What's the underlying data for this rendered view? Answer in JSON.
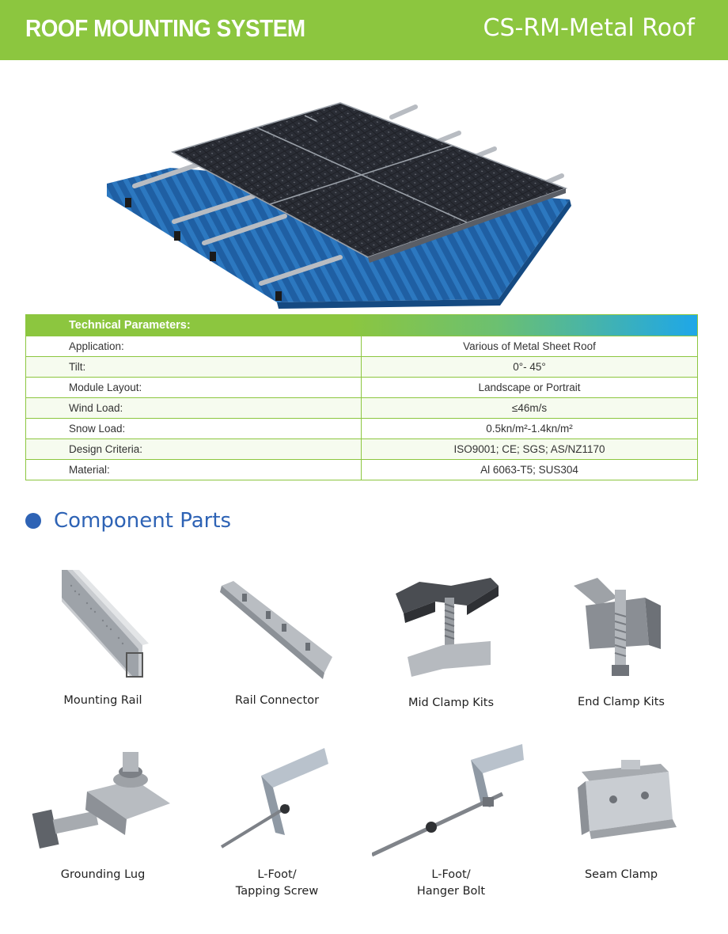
{
  "header": {
    "title": "ROOF MOUNTING SYSTEM",
    "subtitle": "CS-RM-Metal Roof",
    "color": "#8cc63f"
  },
  "technical_parameters": {
    "heading": "Technical Parameters:",
    "rows": [
      {
        "label": "Application:",
        "value": "Various of Metal Sheet Roof"
      },
      {
        "label": "Tilt:",
        "value": "0°- 45°"
      },
      {
        "label": "Module Layout:",
        "value": "Landscape or Portrait"
      },
      {
        "label": "Wind Load:",
        "value": "≤46m/s"
      },
      {
        "label": "Snow Load:",
        "value": "0.5kn/m²-1.4kn/m²"
      },
      {
        "label": "Design Criteria:",
        "value": "ISO9001; CE; SGS; AS/NZ1170"
      },
      {
        "label": "Material:",
        "value": "Al 6063-T5; SUS304"
      }
    ]
  },
  "components": {
    "heading": "Component Parts",
    "accent": "#2e63b5",
    "items": [
      {
        "label": "Mounting Rail",
        "icon": "mounting-rail-icon"
      },
      {
        "label": "Rail Connector",
        "icon": "rail-connector-icon"
      },
      {
        "label": "Mid Clamp Kits",
        "icon": "mid-clamp-icon"
      },
      {
        "label": "End Clamp Kits",
        "icon": "end-clamp-icon"
      },
      {
        "label": "Grounding Lug",
        "icon": "grounding-lug-icon"
      },
      {
        "label_line1": "L-Foot/",
        "label_line2": "Tapping Screw",
        "icon": "l-foot-tapping-screw-icon"
      },
      {
        "label_line1": "L-Foot/",
        "label_line2": "Hanger Bolt",
        "icon": "l-foot-hanger-bolt-icon"
      },
      {
        "label": "Seam Clamp",
        "icon": "seam-clamp-icon"
      }
    ]
  }
}
